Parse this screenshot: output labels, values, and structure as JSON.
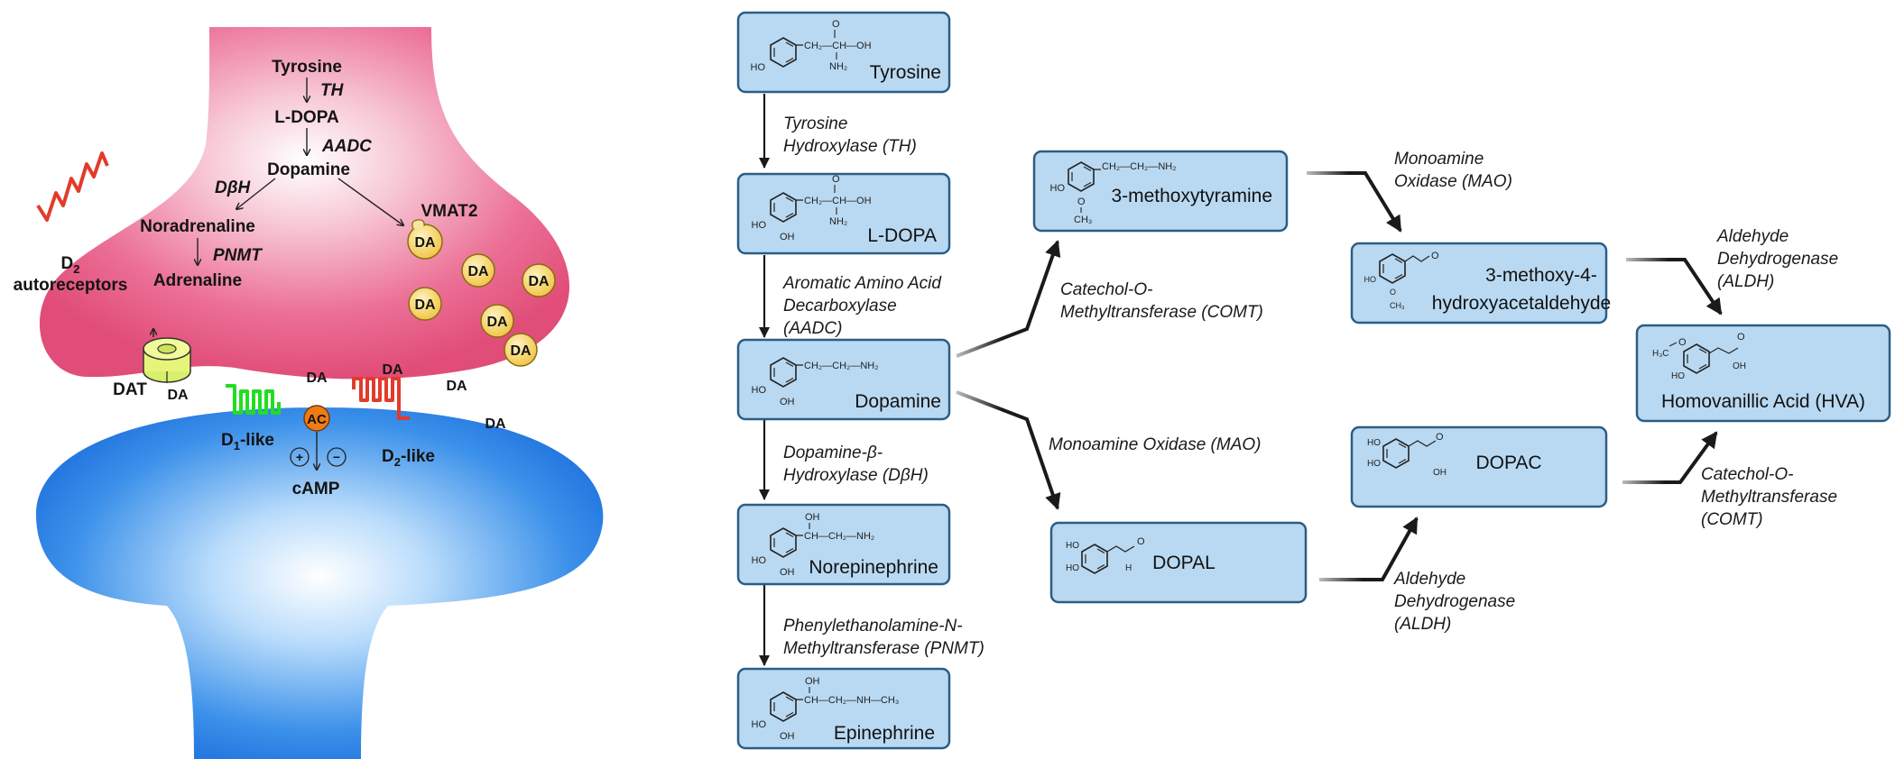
{
  "synapse": {
    "presynaptic_pathway": {
      "tyrosine": "Tyrosine",
      "th": "TH",
      "ldopa": "L-DOPA",
      "aadc": "AADC",
      "dopamine": "Dopamine",
      "dbh": "DβH",
      "noradrenaline": "Noradrenaline",
      "pnmt": "PNMT",
      "adrenaline": "Adrenaline",
      "vmat2": "VMAT2"
    },
    "d2_autoreceptors": {
      "d": "D",
      "sub": "2",
      "text": "autoreceptors"
    },
    "dat": "DAT",
    "da": "DA",
    "d1_like": {
      "d": "D",
      "sub": "1",
      "suffix": "-like"
    },
    "d2_like": {
      "d": "D",
      "sub": "2",
      "suffix": "-like"
    },
    "ac": "AC",
    "plus": "+",
    "minus": "−",
    "camp": "cAMP"
  },
  "compounds": {
    "tyrosine": "Tyrosine",
    "ldopa": "L-DOPA",
    "dopamine": "Dopamine",
    "norepinephrine": "Norepinephrine",
    "epinephrine": "Epinephrine",
    "methoxytyramine": "3-methoxytyramine",
    "mhpa_line1": "3-methoxy-4-",
    "mhpa_line2": "hydroxyacetaldehyde",
    "dopal": "DOPAL",
    "dopac": "DOPAC",
    "hva": "Homovanillic Acid (HVA)"
  },
  "enzymes": {
    "th": [
      "Tyrosine",
      "Hydroxylase (TH)"
    ],
    "aadc": [
      "Aromatic Amino Acid",
      "Decarboxylase",
      "(AADC)"
    ],
    "dbh": [
      "Dopamine-β-",
      "Hydroxylase (DβH)"
    ],
    "pnmt": [
      "Phenylethanolamine-N-",
      "Methyltransferase (PNMT)"
    ],
    "comt1": [
      "Catechol-O-",
      "Methyltransferase (COMT)"
    ],
    "mao1": [
      "Monoamine Oxidase (MAO)"
    ],
    "mao2": [
      "Monoamine",
      "Oxidase (MAO)"
    ],
    "aldh1": [
      "Aldehyde",
      "Dehydrogenase",
      "(ALDH)"
    ],
    "aldh2": [
      "Aldehyde",
      "Dehydrogenase",
      "(ALDH)"
    ],
    "comt2": [
      "Catechol-O-",
      "Methyltransferase",
      "(COMT)"
    ]
  },
  "chem_labels": {
    "ho": "HO",
    "oh": "OH",
    "o": "O",
    "h": "H",
    "nh2": "NH₂",
    "ch3": "CH₃",
    "h3c": "H₃C",
    "tyr_chain": "CH₂—CH—OH",
    "amine_chain": "CH₂—CH₂—NH₂",
    "ne_chain": "CH—CH₂—NH₂",
    "epi_chain": "CH—CH₂—NH—CH₃"
  },
  "colors": {
    "presynaptic": "#e8557f",
    "postsynaptic": "#2f86e6",
    "vesicle": "#f6d35c",
    "d1_receptor": "#22dd22",
    "d2_receptor": "#e23b2b",
    "ac_enzyme": "#ef7b16",
    "compound_box": "#b9d9f2",
    "compound_border": "#2b5d86"
  }
}
